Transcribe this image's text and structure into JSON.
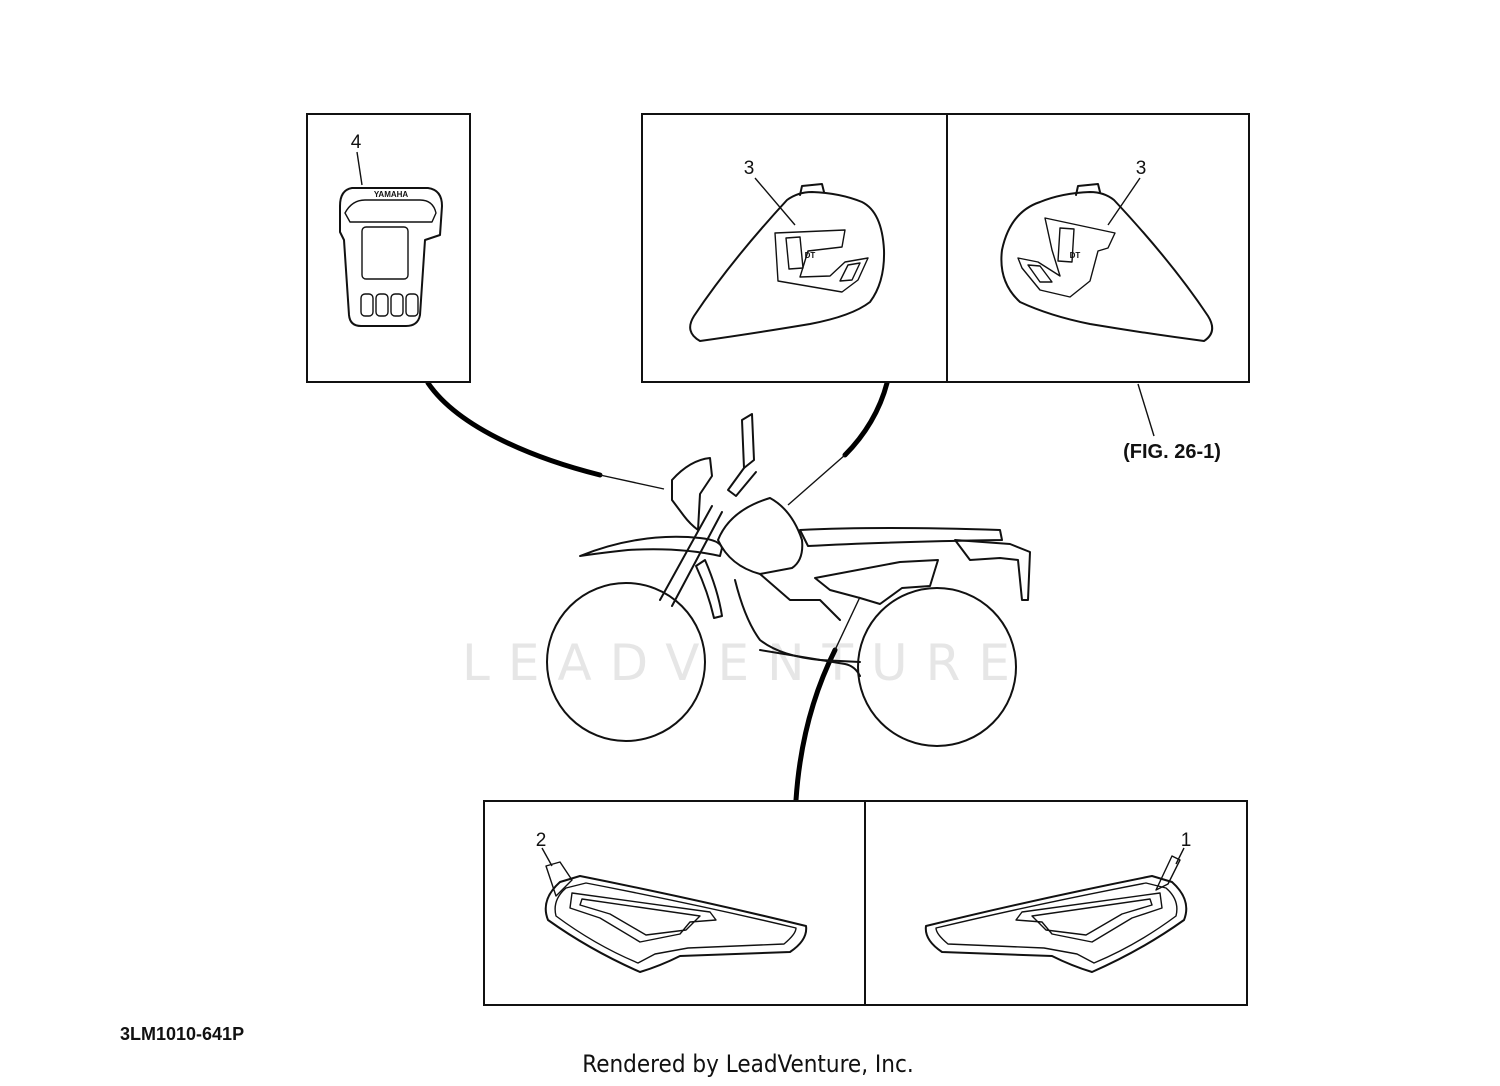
{
  "callouts": {
    "meter_panel": "4",
    "tank_left": "3",
    "tank_right": "3",
    "side_cover_left": "2",
    "side_cover_right": "1"
  },
  "meter_logo": "YAMAHA",
  "tank_graphic_text": "DT",
  "figure_reference": "(FIG. 26-1)",
  "diagram_code": "3LM1010-641P",
  "watermark": "LEADVENTURE",
  "footer": "Rendered by LeadVenture, Inc."
}
